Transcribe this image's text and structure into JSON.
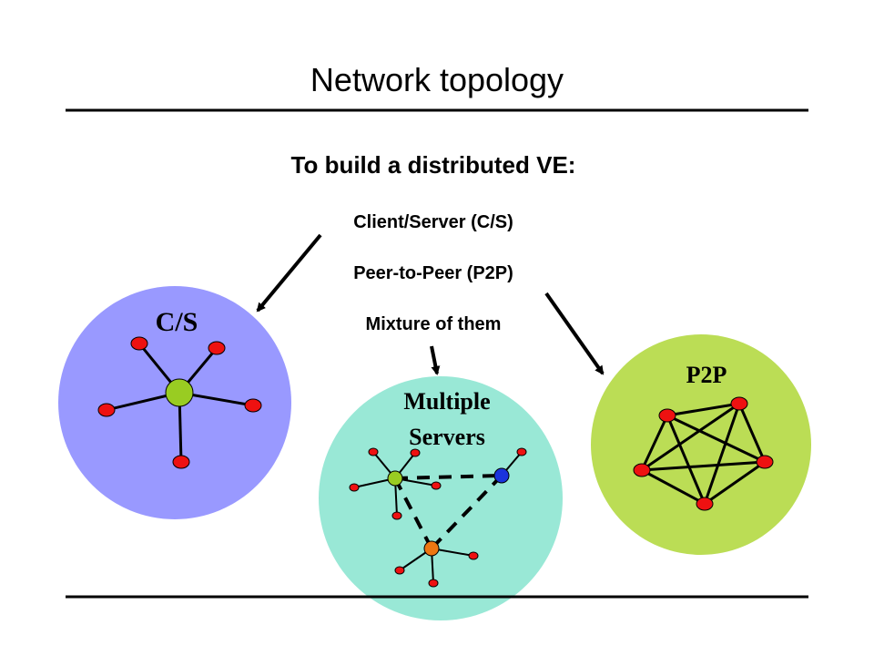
{
  "title": "Network topology",
  "subtitle": "To build a distributed VE:",
  "options": [
    {
      "label": "Client/Server (C/S)"
    },
    {
      "label": "Peer-to-Peer (P2P)"
    },
    {
      "label": "Mixture of them"
    }
  ],
  "diagrams": {
    "cs": {
      "label": "C/S",
      "fill": "#9999ff"
    },
    "multi": {
      "label_line1": "Multiple",
      "label_line2": "Servers",
      "fill": "#99e8d6"
    },
    "p2p": {
      "label": "P2P",
      "fill": "#bbdd55"
    }
  },
  "colors": {
    "node": "#ee1111",
    "server_cs": "#99cc22",
    "server_green": "#99cc22",
    "server_blue": "#1a33dd",
    "server_orange": "#ee7711",
    "text": "#000000"
  }
}
